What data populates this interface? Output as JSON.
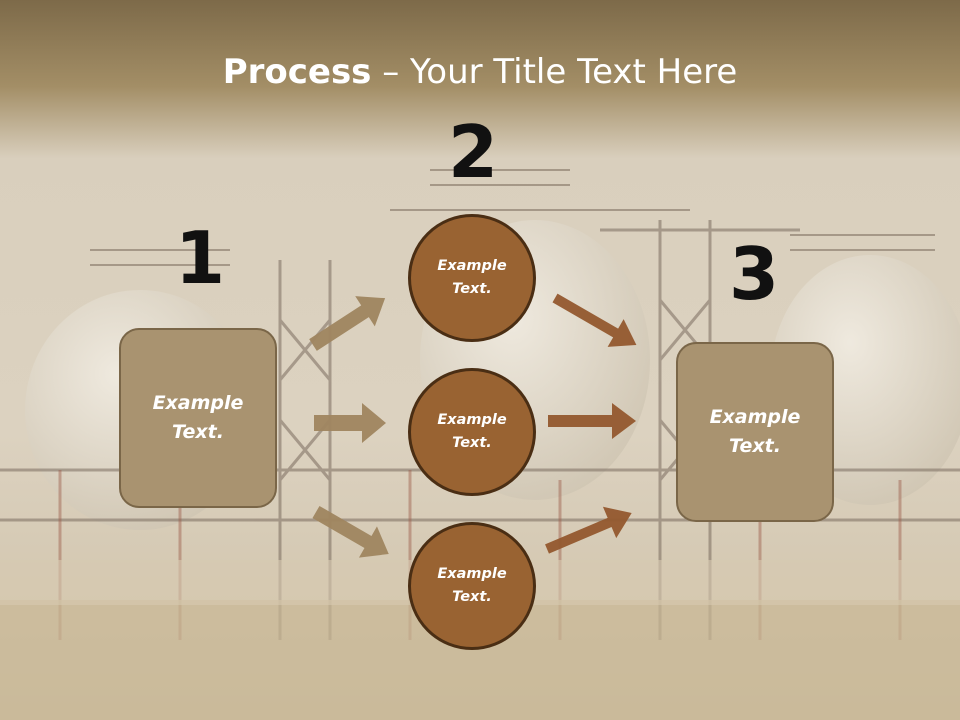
{
  "title": {
    "bold": "Process",
    "rest": " – Your Title Text Here"
  },
  "steps": [
    "1",
    "2",
    "3"
  ],
  "left_box": {
    "line1": "Example",
    "line2": "Text."
  },
  "circles": [
    {
      "line1": "Example",
      "line2": "Text."
    },
    {
      "line1": "Example",
      "line2": "Text."
    },
    {
      "line1": "Example",
      "line2": "Text."
    }
  ],
  "right_box": {
    "line1": "Example",
    "line2": "Text."
  },
  "colors": {
    "title_band": "#8a7552",
    "box_fill": "#a99370",
    "circle_fill": "#996332",
    "arrow_left": "#a08660",
    "arrow_right": "#94592f"
  }
}
